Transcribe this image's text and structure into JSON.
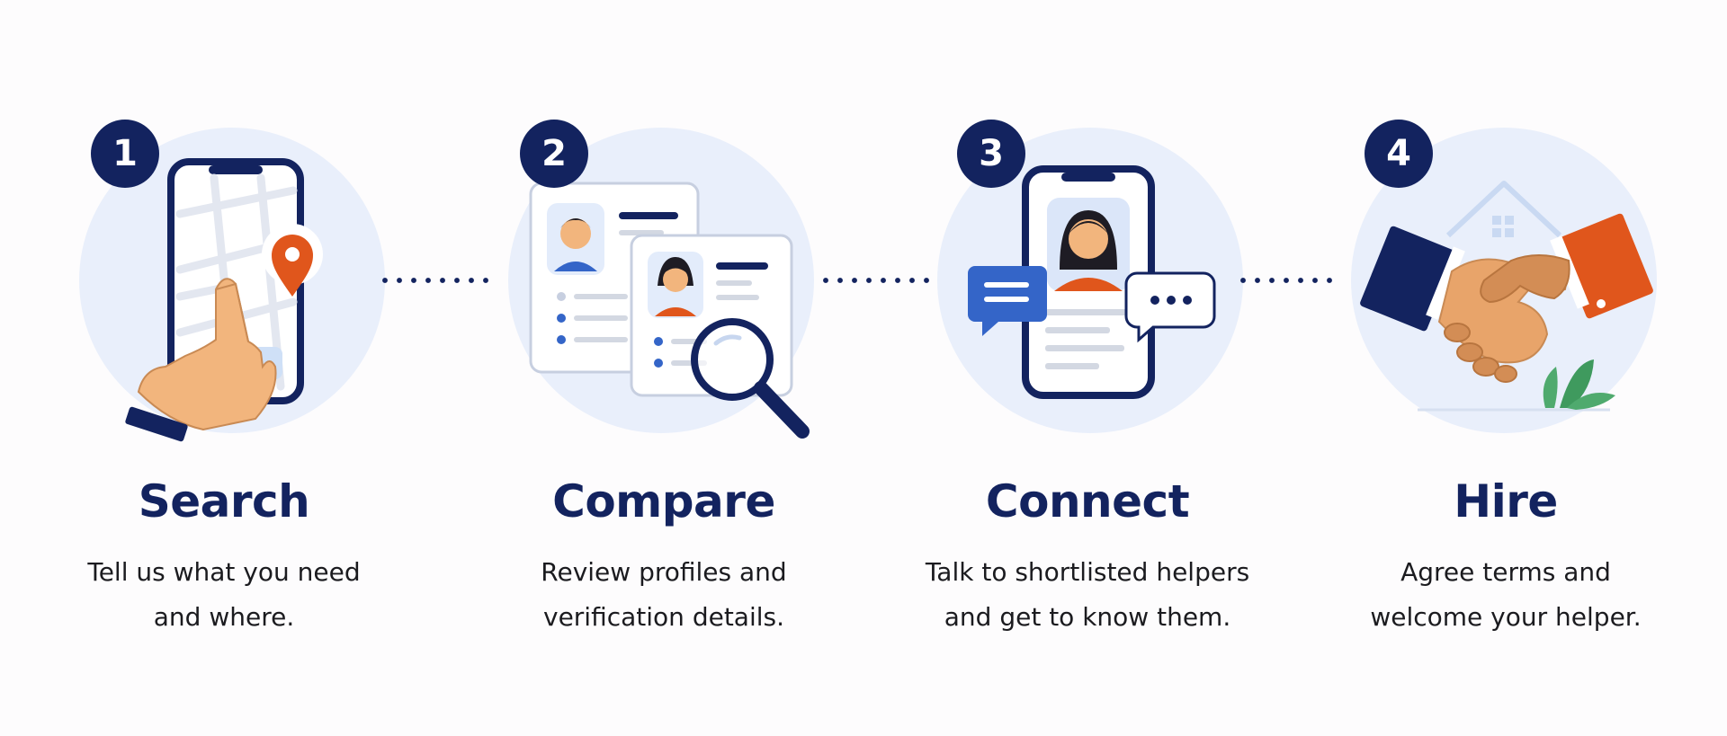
{
  "steps": [
    {
      "number": "1",
      "title": "Search",
      "description_lines": [
        "Tell us what you need",
        "and where."
      ],
      "icons": [
        "smartphone-map-icon",
        "location-pin-icon",
        "pointing-hand-icon"
      ]
    },
    {
      "number": "2",
      "title": "Compare",
      "description_lines": [
        "Review profiles and",
        "verification details."
      ],
      "icons": [
        "profile-card-icon",
        "magnifying-glass-icon"
      ]
    },
    {
      "number": "3",
      "title": "Connect",
      "description_lines": [
        "Talk to shortlisted helpers",
        "and get to know them."
      ],
      "icons": [
        "smartphone-profile-icon",
        "chat-bubble-icon",
        "typing-bubble-icon"
      ]
    },
    {
      "number": "4",
      "title": "Hire",
      "description_lines": [
        "Agree terms and",
        "welcome your helper."
      ],
      "icons": [
        "handshake-icon",
        "house-icon",
        "plant-icon"
      ]
    }
  ],
  "colors": {
    "navy": "#13235f",
    "accent_orange": "#e0561c",
    "accent_blue": "#3465c8",
    "circle_bg": "#e9effb",
    "skin": "#f2b57d",
    "plant_green": "#4faa6e"
  }
}
